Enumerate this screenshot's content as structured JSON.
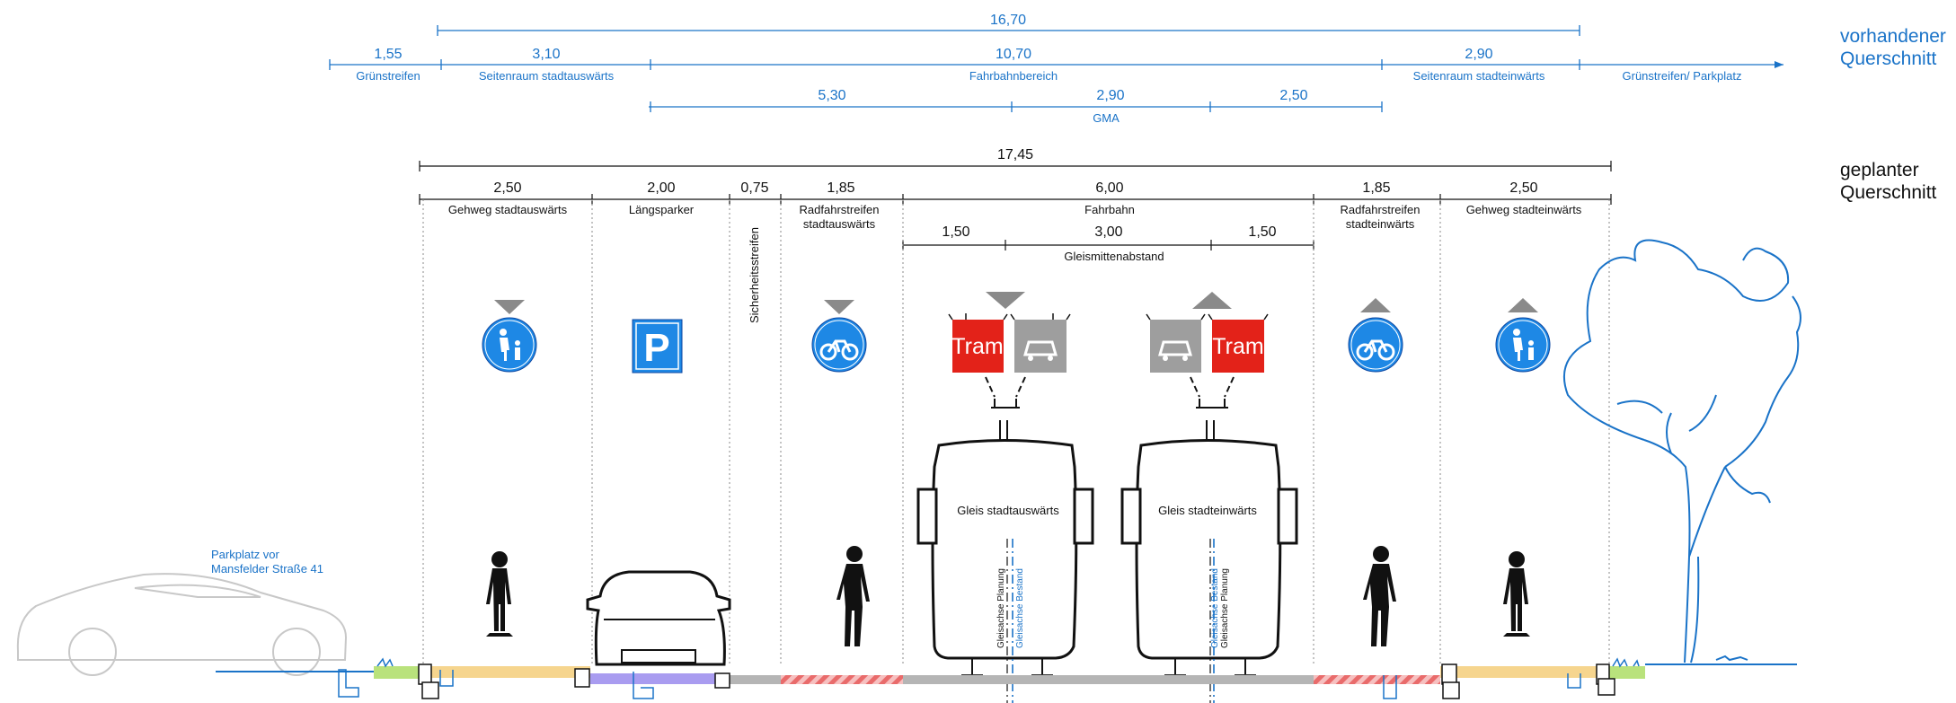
{
  "existing": {
    "title_line1": "vorhandener",
    "title_line2": "Querschnitt",
    "total": "16,70",
    "segments": [
      "1,55",
      "3,10",
      "10,70",
      "2,90"
    ],
    "labels": [
      "Grünstreifen",
      "Seitenraum stadtauswärts",
      "Fahrbahnbereich",
      "Seitenraum stadteinwärts",
      "Grünstreifen/ Parkplatz"
    ],
    "gma_segments": [
      "5,30",
      "2,90",
      "2,50"
    ],
    "gma_label": "GMA"
  },
  "planned": {
    "title_line1": "geplanter",
    "title_line2": "Querschnitt",
    "total": "17,45",
    "segments": [
      {
        "width": "2,50",
        "label": "Gehweg stadtauswärts"
      },
      {
        "width": "2,00",
        "label": "Längsparker"
      },
      {
        "width": "0,75",
        "label": "Sicherheitsstreifen"
      },
      {
        "width": "1,85",
        "label_line1": "Radfahrstreifen",
        "label_line2": "stadtauswärts"
      },
      {
        "width": "6,00",
        "label": "Fahrbahn"
      },
      {
        "width": "1,85",
        "label_line1": "Radfahrstreifen",
        "label_line2": "stadteinwärts"
      },
      {
        "width": "2,50",
        "label": "Gehweg stadteinwärts"
      }
    ],
    "track": {
      "segments": [
        "1,50",
        "3,00",
        "1,50"
      ],
      "label": "Gleismittenabstand"
    }
  },
  "signs": {
    "tram_text": "Tram",
    "parking_text": "P"
  },
  "tracks": {
    "out_label": "Gleis stadtauswärts",
    "in_label": "Gleis stadteinwärts",
    "axis_planned": "Gleisachse Planung",
    "axis_existing": "Gleisachse Bestand"
  },
  "parking_note": {
    "line1": "Parkplatz vor",
    "line2": "Mansfelder Straße 41"
  },
  "colors": {
    "existing_blue": "#1a73c8",
    "sign_blue": "#1e88e5",
    "tram_red": "#e32219",
    "car_grey": "#9e9e9e",
    "sidewalk": "#f6d58e",
    "parking_lane": "#a99cf0",
    "green_strip": "#b9e27c",
    "road": "#b5b5b5",
    "bike_hatch": "#e96b6b"
  }
}
